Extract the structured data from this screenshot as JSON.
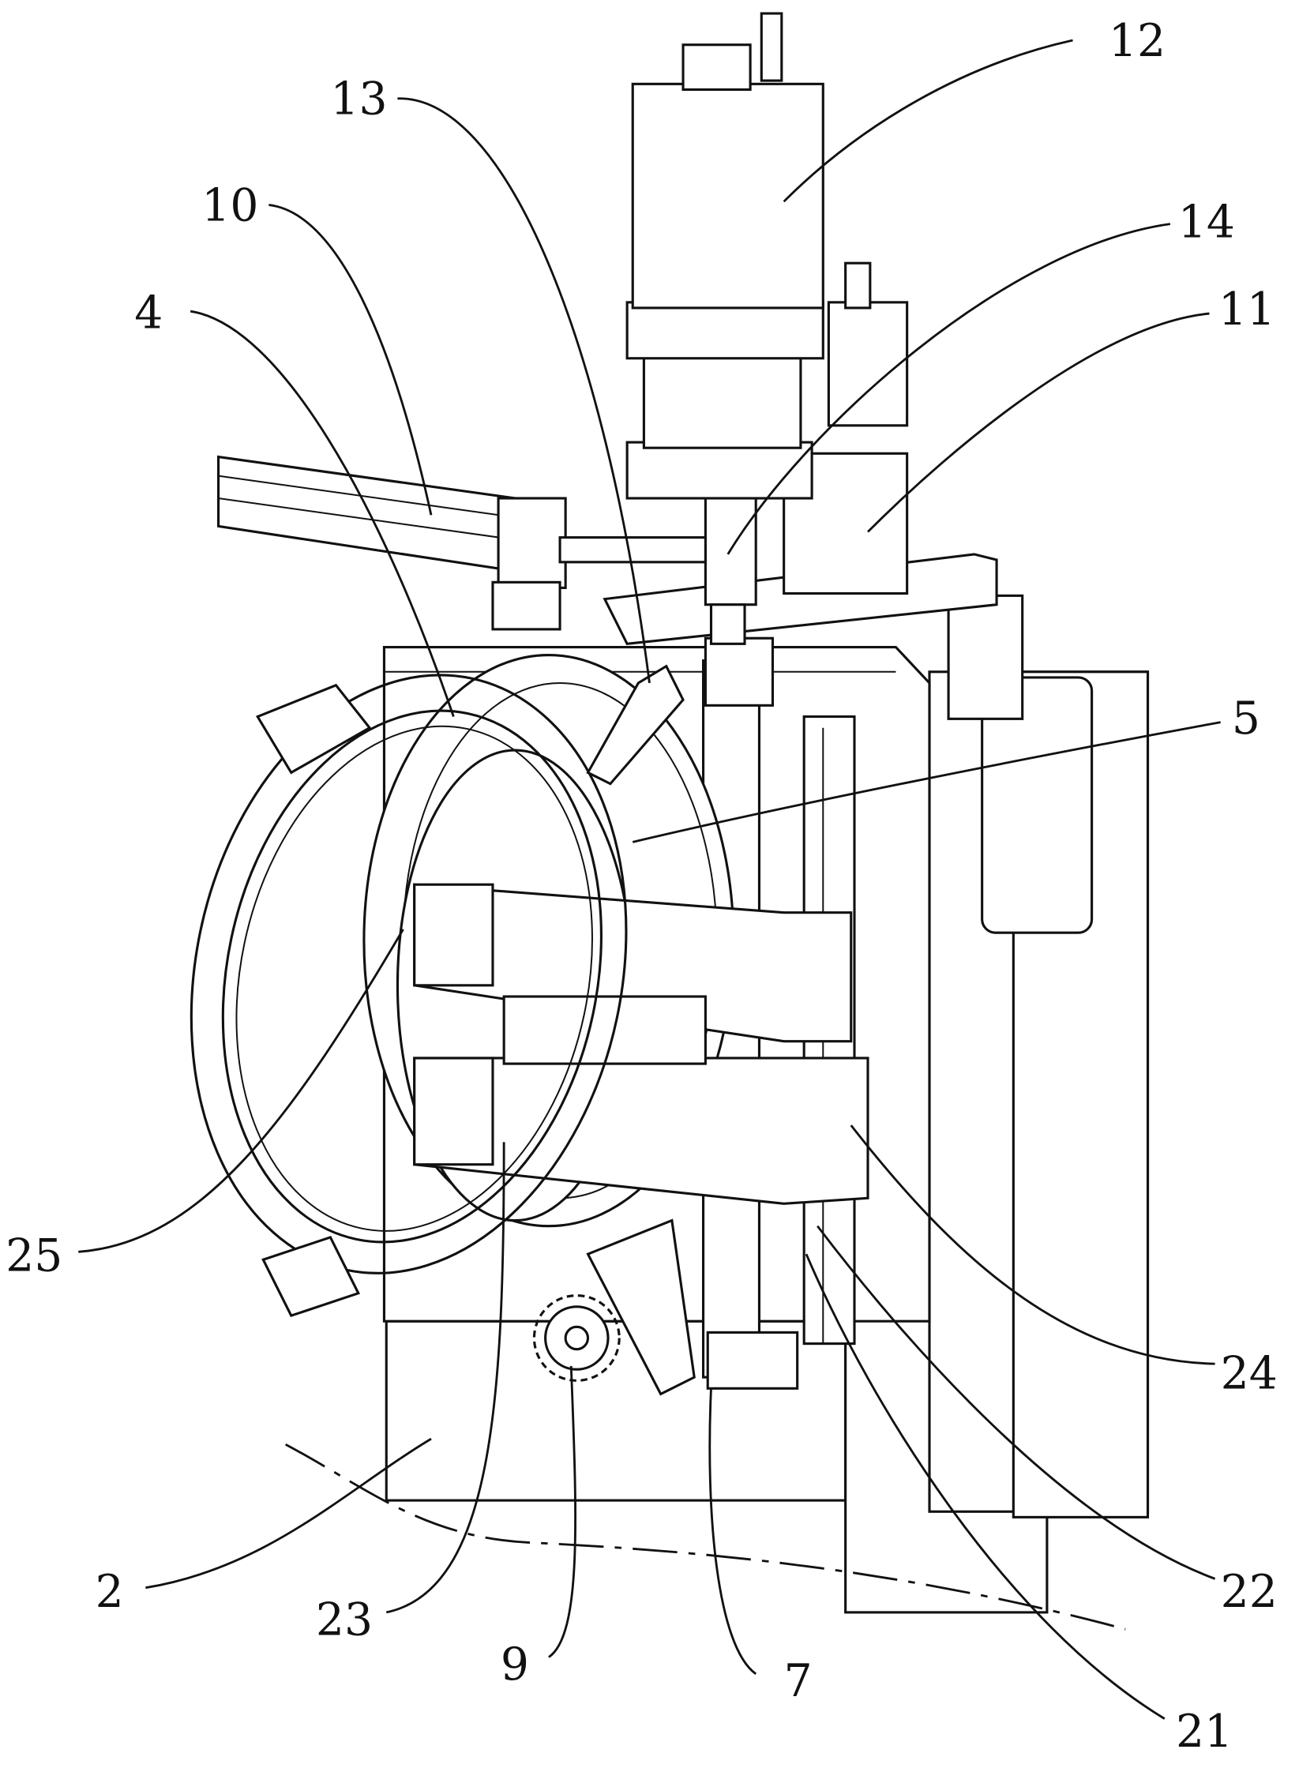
{
  "figure": {
    "labels": {
      "l12": "12",
      "l13": "13",
      "l10": "10",
      "l14": "14",
      "l4": "4",
      "l11": "11",
      "l5": "5",
      "l25": "25",
      "l24": "24",
      "l2": "2",
      "l23": "23",
      "l9": "9",
      "l7": "7",
      "l22": "22",
      "l21": "21"
    }
  }
}
